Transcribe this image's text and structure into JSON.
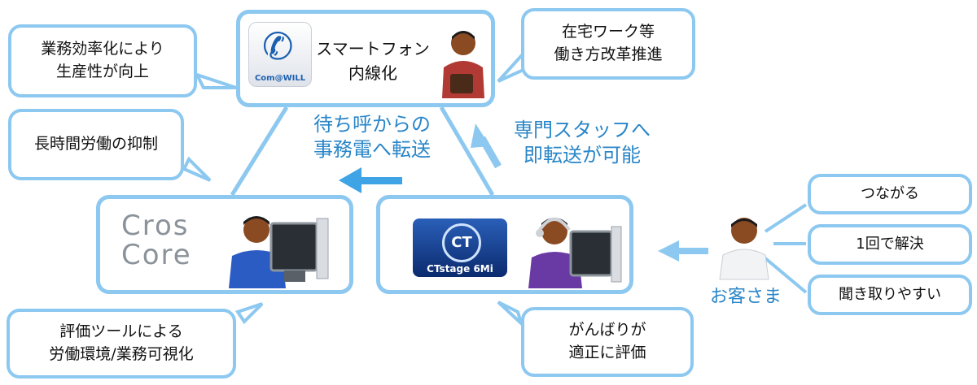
{
  "nodes": {
    "top": {
      "label": "スマートフォン\n内線化",
      "logo": "Com@WILL"
    },
    "left": {
      "logo_line1": "Cros",
      "logo_line2": "Core"
    },
    "right": {
      "logo_text": "CTstage 6Mi"
    }
  },
  "bubbles": {
    "efficiency": "業務効率化により\n生産性が向上",
    "remote": "在宅ワーク等\n働き方改革推進",
    "overtime": "長時間労働の抑制",
    "evaluation": "評価ツールによる\n労働環境/業務可視化",
    "fair": "がんばりが\n適正に評価",
    "connect": "つながる",
    "solve": "1回で解決",
    "hear": "聞き取りやすい"
  },
  "annotations": {
    "transfer_office": "待ち呼からの\n事務電へ転送",
    "transfer_staff": "専門スタッフへ\n即転送が可能",
    "customer": "お客さま"
  },
  "colors": {
    "accent": "#2a86c8",
    "border": "#8cc8f0"
  }
}
